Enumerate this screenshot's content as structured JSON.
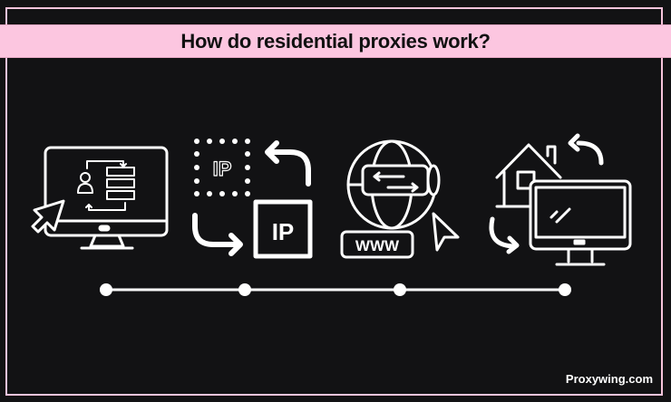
{
  "title": "How do residential proxies work?",
  "icons": {
    "ip_dotted": "IP",
    "ip_solid": "IP",
    "www": "WWW"
  },
  "footer": "Proxywing.com",
  "colors": {
    "background": "#121214",
    "accent": "#fcc6e0",
    "stroke": "#ffffff"
  }
}
